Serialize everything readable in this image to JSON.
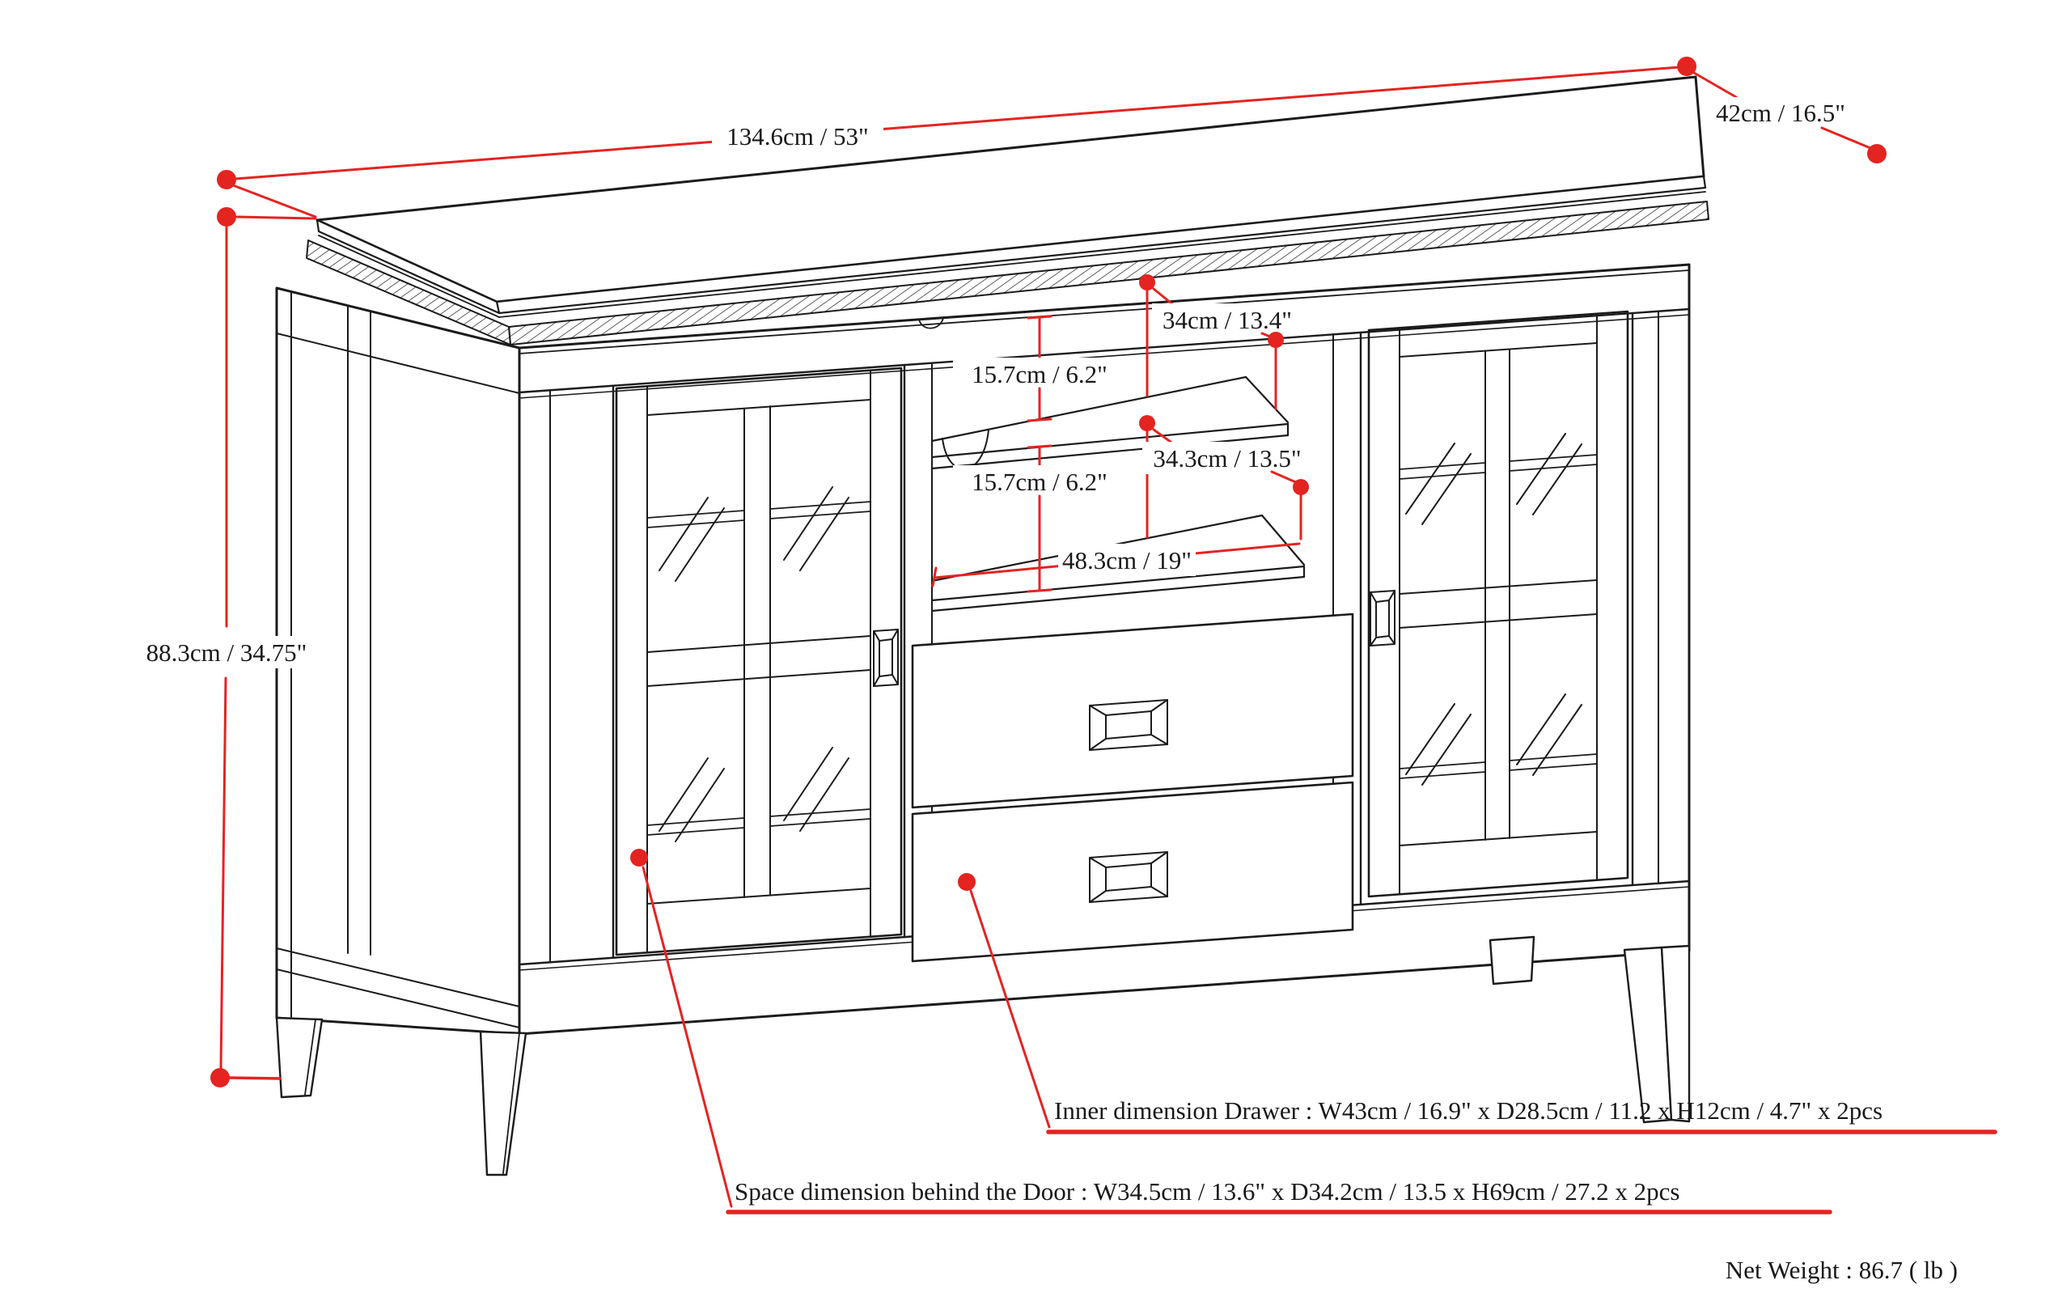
{
  "diagram": {
    "title_hint": "TV stand / sideboard dimension drawing",
    "dimensions": {
      "width_top": "134.6cm / 53\"",
      "depth_top": "42cm / 16.5\"",
      "height_overall": "88.3cm / 34.75\"",
      "shelf_depth_upper": "34cm / 13.4\"",
      "shelf_gap_upper": "15.7cm / 6.2\"",
      "shelf_gap_lower": "15.7cm / 6.2\"",
      "shelf_depth_lower": "34.3cm / 13.5\"",
      "opening_width": "48.3cm / 19\""
    },
    "notes": {
      "drawer_inner": "Inner dimension Drawer : W43cm / 16.9\" x D28.5cm / 11.2 x H12cm / 4.7\" x 2pcs",
      "door_space": "Space dimension behind the Door  : W34.5cm / 13.6\" x D34.2cm / 13.5 x H69cm / 27.2 x 2pcs",
      "net_weight": "Net Weight : 86.7 ( lb )"
    },
    "colors": {
      "line": "#1b1b1b",
      "dimension": "#e32421",
      "background": "#ffffff"
    }
  }
}
